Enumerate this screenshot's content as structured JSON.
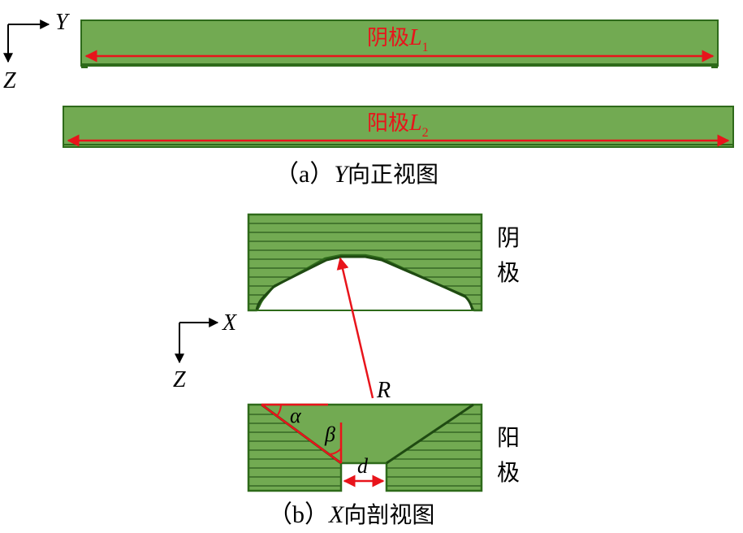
{
  "colors": {
    "fill": "#72aa52",
    "edge": "#2e6a1a",
    "stripe": "#2b5a1c",
    "dim": "#e8141b",
    "axis": "#000000"
  },
  "view_a": {
    "axis_right": "Y",
    "axis_down": "Z",
    "cathode_label": "阴极",
    "cathode_sym": "L",
    "cathode_sub": "1",
    "anode_label": "阳极",
    "anode_sym": "L",
    "anode_sub": "2",
    "caption_open": "（a）",
    "caption_axis": "Y",
    "caption_rest": "向正视图"
  },
  "view_b": {
    "axis_right": "X",
    "axis_down": "Z",
    "cathode_char1": "阴",
    "cathode_char2": "极",
    "anode_char1": "阳",
    "anode_char2": "极",
    "radius": "R",
    "alpha": "α",
    "beta": "β",
    "gap": "d",
    "caption_open": "（b）",
    "caption_axis": "X",
    "caption_rest": "向剖视图"
  }
}
